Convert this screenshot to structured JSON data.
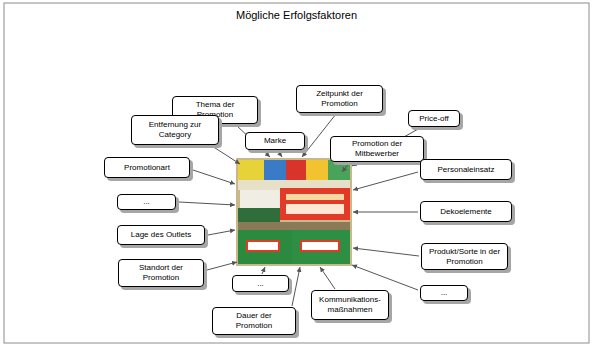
{
  "diagram": {
    "title": "Mögliche Erfolgsfaktoren",
    "nodes": [
      {
        "text": [
          "Zeitpunkt der Promotion"
        ]
      },
      {
        "text": [
          "Thema der Promotion"
        ]
      },
      {
        "text": [
          "Price-off"
        ]
      },
      {
        "text": [
          "Entfernung zur Category"
        ]
      },
      {
        "text": [
          "Marke"
        ]
      },
      {
        "text": [
          "Promotion der Mitbewerber"
        ]
      },
      {
        "text": [
          "Promotionart"
        ]
      },
      {
        "text": [
          "Personaleinsatz"
        ]
      },
      {
        "text": [
          "..."
        ]
      },
      {
        "text": [
          "Dekoelemente"
        ]
      },
      {
        "text": [
          "Lage des Outlets"
        ]
      },
      {
        "text": [
          "Produkt/Sorte in der Promotion"
        ]
      },
      {
        "text": [
          "Standort der Promotion"
        ]
      },
      {
        "text": [
          "..."
        ]
      },
      {
        "text": [
          "..."
        ]
      },
      {
        "text": [
          "Kommunikations- maßnahmen"
        ]
      },
      {
        "text": [
          "Dauer der Promotion"
        ]
      }
    ]
  }
}
